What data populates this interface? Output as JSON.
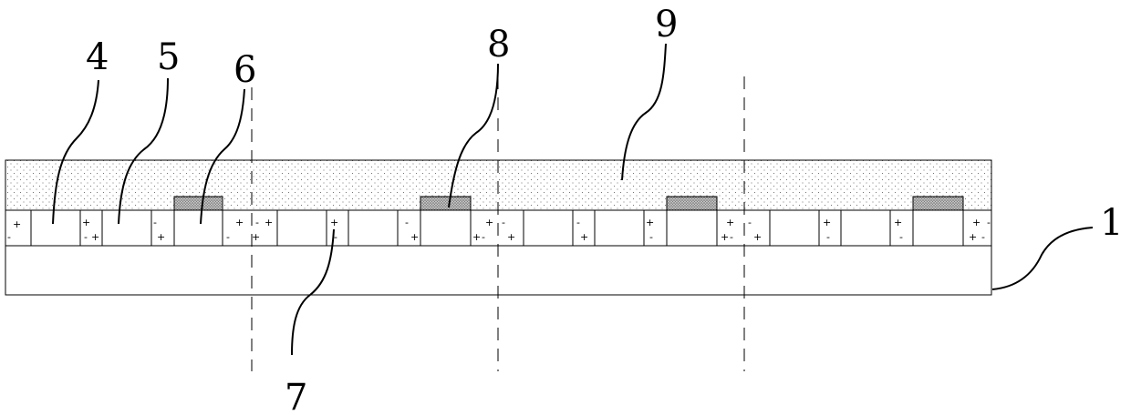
{
  "labels": {
    "ref_1": "1",
    "ref_4": "4",
    "ref_5": "5",
    "ref_6": "6",
    "ref_7": "7",
    "ref_8": "8",
    "ref_9": "9"
  },
  "signs": {
    "plus": "+",
    "minus": "-"
  },
  "colors": {
    "line": "#000000",
    "background": "#ffffff",
    "dot_fill": "#555555",
    "pad_fill": "#9a9a9a"
  }
}
